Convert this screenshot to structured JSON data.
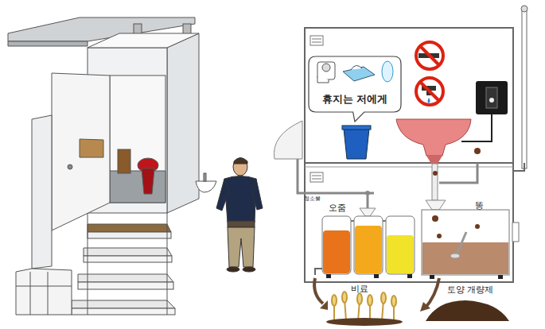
{
  "diagram": {
    "nodes": [
      {
        "text": [
          "휴지는 저에게"
        ]
      }
    ],
    "labels": [
      "청소물",
      "오줌",
      "똥",
      "비료",
      "토양 개량제"
    ]
  }
}
